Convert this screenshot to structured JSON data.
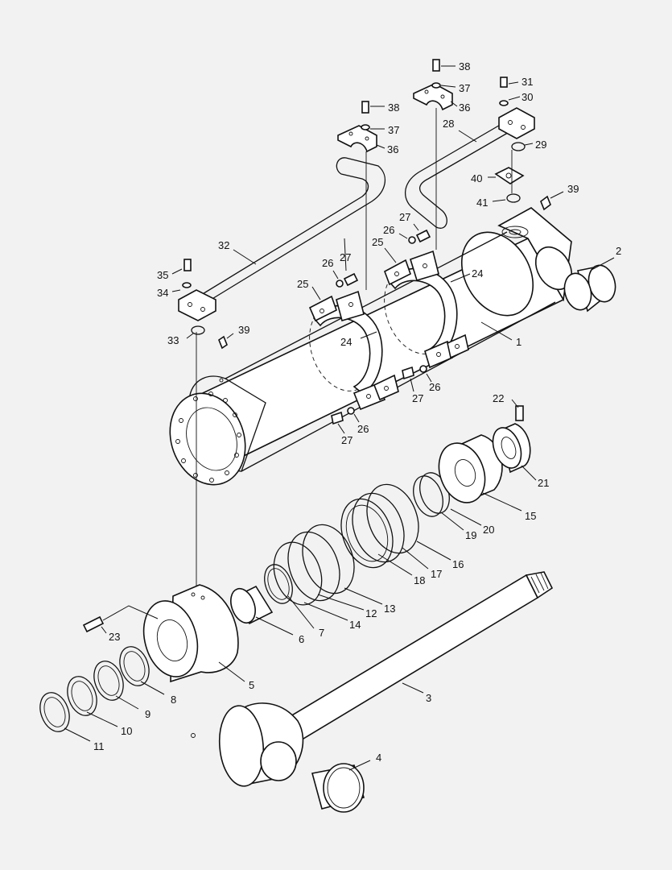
{
  "labels": [
    {
      "id": "l1",
      "text": "1"
    },
    {
      "id": "l2",
      "text": "2"
    },
    {
      "id": "l3",
      "text": "3"
    },
    {
      "id": "l4",
      "text": "4"
    },
    {
      "id": "l5",
      "text": "5"
    },
    {
      "id": "l6",
      "text": "6"
    },
    {
      "id": "l7",
      "text": "7"
    },
    {
      "id": "l8",
      "text": "8"
    },
    {
      "id": "l9",
      "text": "9"
    },
    {
      "id": "l10",
      "text": "10"
    },
    {
      "id": "l11",
      "text": "11"
    },
    {
      "id": "l12",
      "text": "12"
    },
    {
      "id": "l13",
      "text": "13"
    },
    {
      "id": "l14",
      "text": "14"
    },
    {
      "id": "l15",
      "text": "15"
    },
    {
      "id": "l16",
      "text": "16"
    },
    {
      "id": "l17",
      "text": "17"
    },
    {
      "id": "l18",
      "text": "18"
    },
    {
      "id": "l19",
      "text": "19"
    },
    {
      "id": "l20",
      "text": "20"
    },
    {
      "id": "l21",
      "text": "21"
    },
    {
      "id": "l22",
      "text": "22"
    },
    {
      "id": "l23",
      "text": "23"
    },
    {
      "id": "l24a",
      "text": "24"
    },
    {
      "id": "l24b",
      "text": "24"
    },
    {
      "id": "l25a",
      "text": "25"
    },
    {
      "id": "l25b",
      "text": "25"
    },
    {
      "id": "l26a",
      "text": "26"
    },
    {
      "id": "l26b",
      "text": "26"
    },
    {
      "id": "l26c",
      "text": "26"
    },
    {
      "id": "l26d",
      "text": "26"
    },
    {
      "id": "l27a",
      "text": "27"
    },
    {
      "id": "l27b",
      "text": "27"
    },
    {
      "id": "l27c",
      "text": "27"
    },
    {
      "id": "l27d",
      "text": "27"
    },
    {
      "id": "l28",
      "text": "28"
    },
    {
      "id": "l29",
      "text": "29"
    },
    {
      "id": "l30",
      "text": "30"
    },
    {
      "id": "l31",
      "text": "31"
    },
    {
      "id": "l32",
      "text": "32"
    },
    {
      "id": "l33",
      "text": "33"
    },
    {
      "id": "l34",
      "text": "34"
    },
    {
      "id": "l35",
      "text": "35"
    },
    {
      "id": "l36a",
      "text": "36"
    },
    {
      "id": "l36b",
      "text": "36"
    },
    {
      "id": "l37a",
      "text": "37"
    },
    {
      "id": "l37b",
      "text": "37"
    },
    {
      "id": "l38a",
      "text": "38"
    },
    {
      "id": "l38b",
      "text": "38"
    },
    {
      "id": "l39a",
      "text": "39"
    },
    {
      "id": "l39b",
      "text": "39"
    },
    {
      "id": "l40",
      "text": "40"
    },
    {
      "id": "l41",
      "text": "41"
    }
  ]
}
